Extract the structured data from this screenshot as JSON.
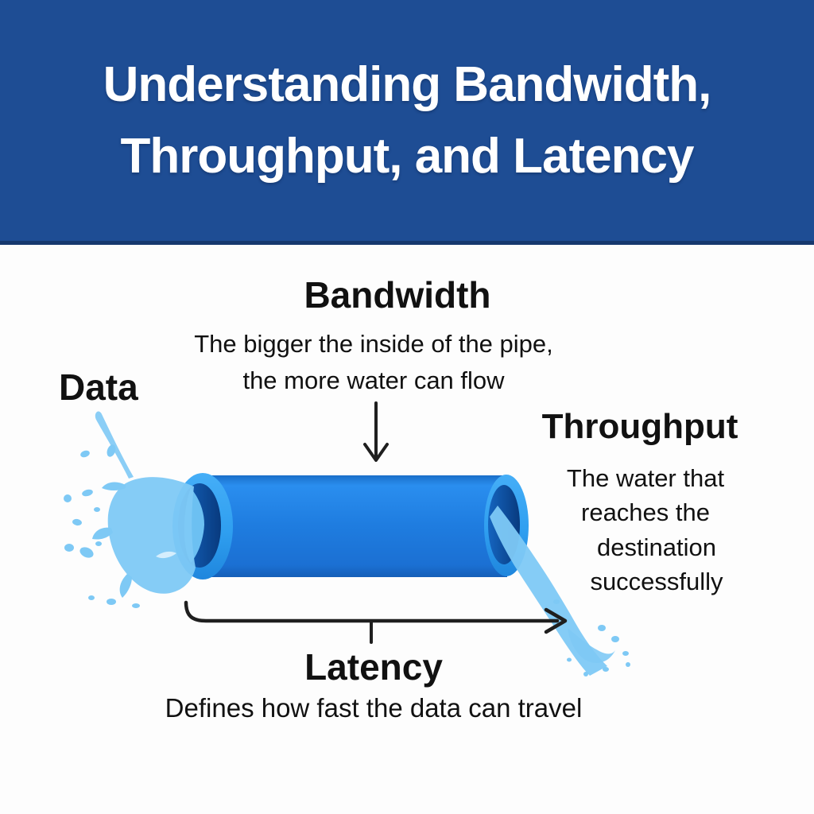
{
  "header": {
    "title_line1": "Understanding Bandwidth,",
    "title_line2": "Throughput, and Latency",
    "bg_color": "#1e4d94",
    "text_color": "#ffffff"
  },
  "diagram": {
    "bandwidth": {
      "title": "Bandwidth",
      "desc_line1": "The bigger the inside of the pipe,",
      "desc_line2": "the more water can flow"
    },
    "data_label": "Data",
    "throughput": {
      "title": "Throughput",
      "desc_lines": [
        "The water that",
        "reaches the",
        "destination",
        "successfully"
      ]
    },
    "latency": {
      "title": "Latency",
      "desc": "Defines how fast the data can travel"
    },
    "colors": {
      "pipe_body": "#1f7de0",
      "pipe_rim": "#2f9ff0",
      "pipe_inner_dark": "#0a4a9e",
      "water": "#7ec9f5",
      "water_light": "#9bd6f8",
      "arrow": "#1f1f1f",
      "text": "#111111"
    }
  }
}
